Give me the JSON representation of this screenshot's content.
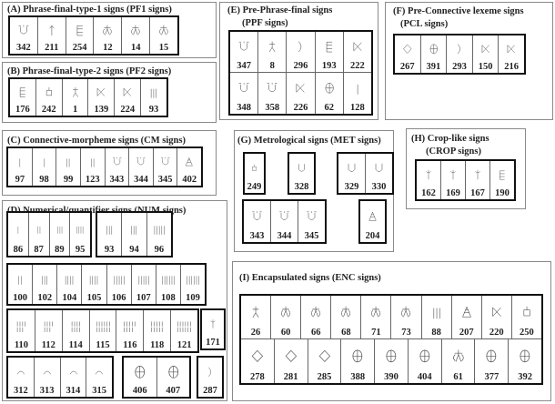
{
  "panels": {
    "A": {
      "title": "(A) Phrase-final-type-1 signs (PF1 signs)",
      "groups": [
        [
          {
            "n": "342",
            "icon": "jar-ticks"
          },
          {
            "n": "211",
            "icon": "arrow"
          },
          {
            "n": "254",
            "icon": "comb"
          },
          {
            "n": "12",
            "icon": "crab"
          },
          {
            "n": "14",
            "icon": "crab"
          },
          {
            "n": "15",
            "icon": "crab"
          }
        ]
      ]
    },
    "B": {
      "title": "(B) Phrase-final-type-2 signs (PF2 signs)",
      "groups": [
        [
          {
            "n": "176",
            "icon": "comb"
          },
          {
            "n": "242",
            "icon": "box"
          },
          {
            "n": "1",
            "icon": "man"
          },
          {
            "n": "139",
            "icon": "x"
          },
          {
            "n": "224",
            "icon": "x"
          },
          {
            "n": "93",
            "icon": "strokes-3"
          }
        ]
      ]
    },
    "C": {
      "title": "(C)  Connective-morpheme signs (CM signs)",
      "groups": [
        [
          {
            "n": "97",
            "icon": "strokes-1"
          },
          {
            "n": "98",
            "icon": "strokes-1"
          },
          {
            "n": "99",
            "icon": "strokes-2"
          },
          {
            "n": "123",
            "icon": "strokes-2"
          },
          {
            "n": "343",
            "icon": "jar-ticks"
          },
          {
            "n": "344",
            "icon": "jar-ticks"
          },
          {
            "n": "345",
            "icon": "jar-ticks"
          },
          {
            "n": "402",
            "icon": "triangle"
          }
        ]
      ]
    },
    "D": {
      "title": "(D) Numerical/quantifier signs (NUM signs)",
      "groups": [
        [
          {
            "n": "86",
            "icon": "strokes-1"
          },
          {
            "n": "87",
            "icon": "strokes-2"
          },
          {
            "n": "89",
            "icon": "strokes-3"
          },
          {
            "n": "95",
            "icon": "strokes-4"
          }
        ],
        [
          {
            "n": "93",
            "icon": "strokes-3"
          },
          {
            "n": "94",
            "icon": "strokes-3"
          },
          {
            "n": "96",
            "icon": "strokes-5"
          }
        ],
        [
          {
            "n": "100",
            "icon": "strokes-2"
          },
          {
            "n": "102",
            "icon": "strokes-3"
          },
          {
            "n": "104",
            "icon": "strokes-4"
          },
          {
            "n": "105",
            "icon": "strokes-4"
          },
          {
            "n": "106",
            "icon": "strokes-5"
          },
          {
            "n": "107",
            "icon": "strokes-5"
          },
          {
            "n": "108",
            "icon": "strokes-6"
          },
          {
            "n": "109",
            "icon": "strokes-6"
          }
        ],
        [
          {
            "n": "110",
            "icon": "strokes-7"
          },
          {
            "n": "112",
            "icon": "strokes-7"
          },
          {
            "n": "114",
            "icon": "strokes-8"
          },
          {
            "n": "115",
            "icon": "strokes-12"
          },
          {
            "n": "116",
            "icon": "strokes-9"
          },
          {
            "n": "118",
            "icon": "strokes-10"
          },
          {
            "n": "121",
            "icon": "strokes-12"
          }
        ],
        [
          {
            "n": "171",
            "icon": "tree"
          }
        ],
        [
          {
            "n": "312",
            "icon": "arc"
          },
          {
            "n": "313",
            "icon": "arc"
          },
          {
            "n": "314",
            "icon": "arc"
          },
          {
            "n": "315",
            "icon": "arc"
          }
        ],
        [
          {
            "n": "406",
            "icon": "oval"
          },
          {
            "n": "407",
            "icon": "oval"
          }
        ],
        [
          {
            "n": "287",
            "icon": "bracket"
          }
        ]
      ]
    },
    "E": {
      "title": "(E) Pre-Phrase-final signs",
      "subtitle": "(PPF signs)",
      "rows": [
        [
          {
            "n": "347",
            "icon": "jar-ticks"
          },
          {
            "n": "8",
            "icon": "man"
          },
          {
            "n": "296",
            "icon": "bracket"
          },
          {
            "n": "193",
            "icon": "comb"
          },
          {
            "n": "222",
            "icon": "x"
          }
        ],
        [
          {
            "n": "348",
            "icon": "jar-ticks"
          },
          {
            "n": "358",
            "icon": "jar-ticks"
          },
          {
            "n": "226",
            "icon": "x"
          },
          {
            "n": "62",
            "icon": "oval"
          },
          {
            "n": "128",
            "icon": "strokes-1"
          }
        ]
      ]
    },
    "F": {
      "title": "(F)  Pre-Connective lexeme signs",
      "subtitle": "(PCL signs)",
      "groups": [
        [
          {
            "n": "267",
            "icon": "diamond"
          },
          {
            "n": "391",
            "icon": "oval"
          },
          {
            "n": "293",
            "icon": "bracket"
          },
          {
            "n": "150",
            "icon": "x"
          },
          {
            "n": "216",
            "icon": "x"
          }
        ]
      ]
    },
    "G": {
      "title": "(G) Metrological signs (MET signs)",
      "groups": [
        [
          {
            "n": "249",
            "icon": "box"
          }
        ],
        [
          {
            "n": "328",
            "icon": "jar"
          }
        ],
        [
          {
            "n": "329",
            "icon": "jar"
          },
          {
            "n": "330",
            "icon": "jar"
          }
        ],
        [
          {
            "n": "343",
            "icon": "jar-ticks"
          },
          {
            "n": "344",
            "icon": "jar-ticks"
          },
          {
            "n": "345",
            "icon": "jar-ticks"
          }
        ],
        [
          {
            "n": "204",
            "icon": "triangle"
          }
        ]
      ]
    },
    "H": {
      "title": "(H)  Crop-like signs",
      "subtitle": "(CROP signs)",
      "groups": [
        [
          {
            "n": "162",
            "icon": "tree"
          },
          {
            "n": "169",
            "icon": "tree"
          },
          {
            "n": "167",
            "icon": "tree"
          },
          {
            "n": "190",
            "icon": "comb"
          }
        ]
      ]
    },
    "I": {
      "title": "(I) Encapsulated signs (ENC signs)",
      "rows": [
        [
          {
            "n": "26",
            "icon": "man"
          },
          {
            "n": "60",
            "icon": "crab"
          },
          {
            "n": "66",
            "icon": "crab"
          },
          {
            "n": "68",
            "icon": "crab"
          },
          {
            "n": "71",
            "icon": "crab"
          },
          {
            "n": "73",
            "icon": "crab"
          },
          {
            "n": "88",
            "icon": "strokes-3"
          },
          {
            "n": "207",
            "icon": "triangle"
          },
          {
            "n": "220",
            "icon": "x"
          },
          {
            "n": "250",
            "icon": "box"
          }
        ],
        [
          {
            "n": "278",
            "icon": "diamond"
          },
          {
            "n": "281",
            "icon": "diamond"
          },
          {
            "n": "285",
            "icon": "diamond"
          },
          {
            "n": "388",
            "icon": "oval"
          },
          {
            "n": "390",
            "icon": "oval"
          },
          {
            "n": "404",
            "icon": "oval"
          },
          {
            "n": "61",
            "icon": "crab"
          },
          {
            "n": "377",
            "icon": "oval"
          },
          {
            "n": "392",
            "icon": "oval"
          }
        ]
      ]
    }
  }
}
